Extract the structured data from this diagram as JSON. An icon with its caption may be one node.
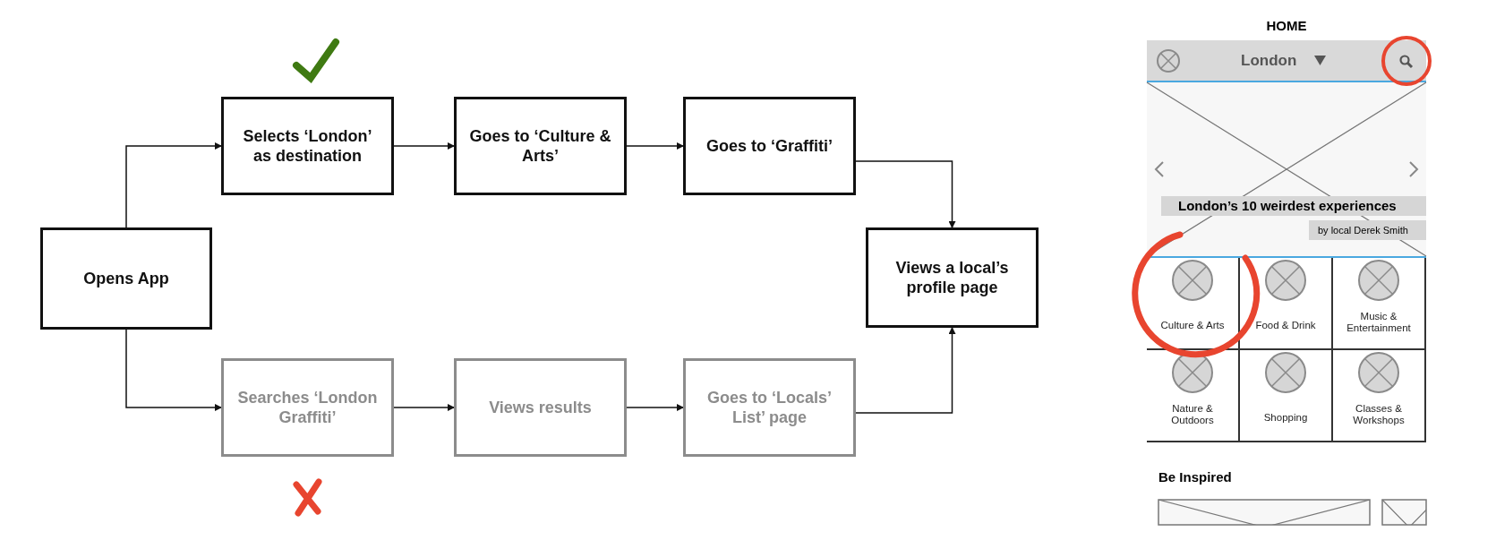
{
  "diagram": {
    "nodes": [
      {
        "text": [
          "Opens App"
        ]
      },
      {
        "text": [
          "Selects ‘London’ as destination"
        ]
      },
      {
        "text": [
          "Goes to ‘Culture & Arts’"
        ]
      },
      {
        "text": [
          "Goes to ‘Graffiti’"
        ]
      },
      {
        "text": [
          "Views a local’s profile page"
        ]
      },
      {
        "text": [
          "Searches ‘London Graffiti’"
        ]
      },
      {
        "text": [
          "Views results"
        ]
      },
      {
        "text": [
          "Goes to ‘Locals’ List’ page"
        ]
      },
      {
        "text": [
          "HOME"
        ]
      },
      {
        "text": [
          "London"
        ],
        "in": 8
      },
      {
        "text": [
          "London’s 10 weirdest experiences",
          "by local Derek Smith"
        ],
        "in": 8
      },
      {
        "text": [
          "Culture & Arts"
        ],
        "in": 8
      },
      {
        "text": [
          "Food & Drink"
        ],
        "in": 8
      },
      {
        "text": [
          "Music & Entertainment"
        ],
        "in": 8
      },
      {
        "text": [
          "Nature & Outdoors"
        ],
        "in": 8
      },
      {
        "text": [
          "Shopping"
        ],
        "in": 8
      },
      {
        "text": [
          "Classes & Workshops"
        ],
        "in": 8
      }
    ],
    "edges": [
      {
        "from": 0,
        "to": 1,
        "arrow": "to"
      },
      {
        "from": 1,
        "to": 2,
        "arrow": "to"
      },
      {
        "from": 2,
        "to": 3,
        "arrow": "to"
      },
      {
        "from": 3,
        "to": 4,
        "arrow": "to"
      },
      {
        "from": 0,
        "to": 5,
        "arrow": "to"
      },
      {
        "from": 5,
        "to": 6,
        "arrow": "to"
      },
      {
        "from": 6,
        "to": 7,
        "arrow": "to"
      },
      {
        "from": 7,
        "to": 4,
        "arrow": "to"
      }
    ],
    "labels": [
      "Be Inspired"
    ]
  }
}
